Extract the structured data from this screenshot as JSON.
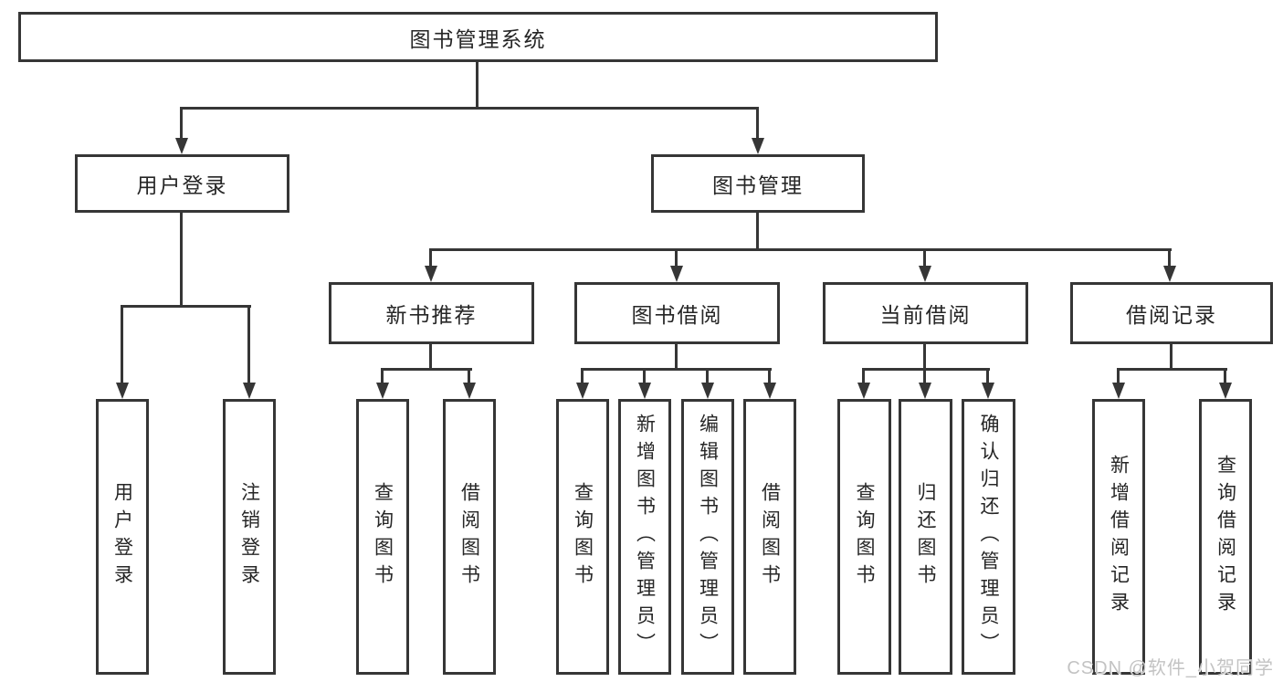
{
  "tree": {
    "label": "图书管理系统",
    "children": [
      {
        "label": "用户登录",
        "children": [
          {
            "label": "用户登录"
          },
          {
            "label": "注销登录"
          }
        ]
      },
      {
        "label": "图书管理",
        "children": [
          {
            "label": "新书推荐",
            "children": [
              {
                "label": "查询图书"
              },
              {
                "label": "借阅图书"
              }
            ]
          },
          {
            "label": "图书借阅",
            "children": [
              {
                "label": "查询图书"
              },
              {
                "label": "新增图书（管理员）"
              },
              {
                "label": "编辑图书（管理员）"
              },
              {
                "label": "借阅图书"
              }
            ]
          },
          {
            "label": "当前借阅",
            "children": [
              {
                "label": "查询图书"
              },
              {
                "label": "归还图书"
              },
              {
                "label": "确认归还（管理员）"
              }
            ]
          },
          {
            "label": "借阅记录",
            "children": [
              {
                "label": "新增借阅记录"
              },
              {
                "label": "查询借阅记录"
              }
            ]
          }
        ]
      }
    ]
  },
  "watermark": "CSDN @软件_小贺同学",
  "colors": {
    "line": "#363636",
    "text": "#262626",
    "background": "#ffffff",
    "watermark": "#c3c3c3"
  }
}
